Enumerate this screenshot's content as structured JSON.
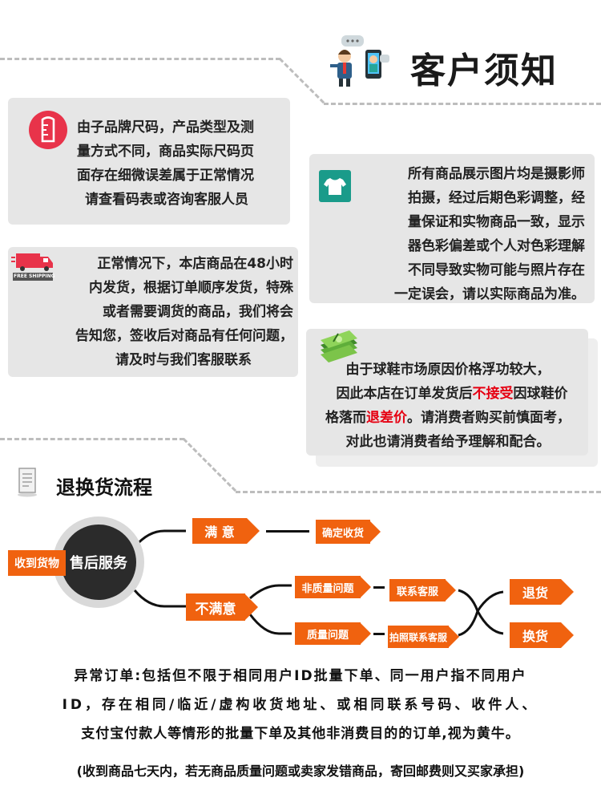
{
  "header": {
    "title": "客户须知"
  },
  "cards": [
    {
      "id": "size",
      "icon": "ruler-icon",
      "lines": [
        "由子品牌尺码，产品类型及测",
        "量方式不同，商品实际尺码页",
        "面存在细微误差属于正常情况",
        "请查看码表或咨询客服人员"
      ]
    },
    {
      "id": "photo",
      "icon": "tshirt-icon",
      "lines": [
        "所有商品展示图片均是摄影师",
        "拍摄，经过后期色彩调整，经",
        "量保证和实物商品一致，显示",
        "器色彩偏差或个人对色彩理解",
        "不同导致实物可能与照片存在",
        "一定误会，请以实际商品为准。"
      ]
    },
    {
      "id": "shipping",
      "icon": "delivery-truck-icon",
      "icon_label": "FREE SHIPPING",
      "lines": [
        "正常情况下，本店商品在48小时",
        "内发货，根据订单顺序发货，特殊",
        "或者需要调货的商品，我们将会",
        "告知您，签收后对商品有任何问题，",
        "请及时与我们客服联系"
      ]
    },
    {
      "id": "price",
      "icon": "money-stack-icon",
      "line1": "由于球鞋市场原因价格浮功较大，",
      "line2_a": "因此本店在订单发货后",
      "line2_red": "不接受",
      "line2_b": "因球鞋价",
      "line3_a": "格落而",
      "line3_red": "退差价",
      "line3_b": "。请消费者购买前慎面考，",
      "line4": "对此也请消费者给予理解和配合。"
    }
  ],
  "flow": {
    "title": "退换货流程",
    "received": "收到货物",
    "after_sales": "售后服务",
    "satisfied": "满 意",
    "confirm": "确定收货",
    "unsatisfied": "不满意",
    "non_quality": "非质量问题",
    "quality": "质量问题",
    "contact_cs": "联系客服",
    "photo_contact_cs": "拍照联系客服",
    "return": "退货",
    "exchange": "换货"
  },
  "notice": {
    "line1": "异常订单:包括但不限于相同用户ID批量下单、同一用户指不同用户",
    "line2": "ID，存在相同/临近/虚构收货地址、或相同联系号码、收件人、",
    "line3": "支付宝付款人等情形的批量下单及其他非消费目的的订单,视为黄牛。",
    "footer": "(收到商品七天内，若无商品质量问题或卖家发错商品，寄回邮费则又买家承担)"
  },
  "colors": {
    "accent": "#f0620f",
    "card_bg": "#e6e6e6",
    "warning_red": "#e60012",
    "icon_red": "#e8334a",
    "icon_teal": "#1a9b8a"
  }
}
